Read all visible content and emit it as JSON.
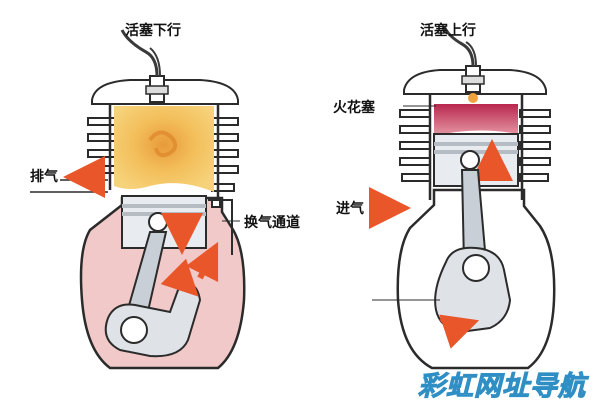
{
  "diagram": {
    "left_panel": {
      "title": "活塞下行",
      "labels": {
        "exhaust": "排气",
        "transfer_port": "换气通道"
      }
    },
    "right_panel": {
      "title": "活塞上行",
      "labels": {
        "spark_plug": "火花塞",
        "intake": "进气"
      }
    },
    "watermark": "彩虹网址导航",
    "colors": {
      "crankcase_pink": "#f2c9c9",
      "crankcase_outline": "#2b2b2b",
      "combustion_gas_yellow": "#f0b64a",
      "compressed_charge_red": "#c0305a",
      "arrow_orange": "#e8562a",
      "metal_grey": "#c9cfd6"
    }
  }
}
